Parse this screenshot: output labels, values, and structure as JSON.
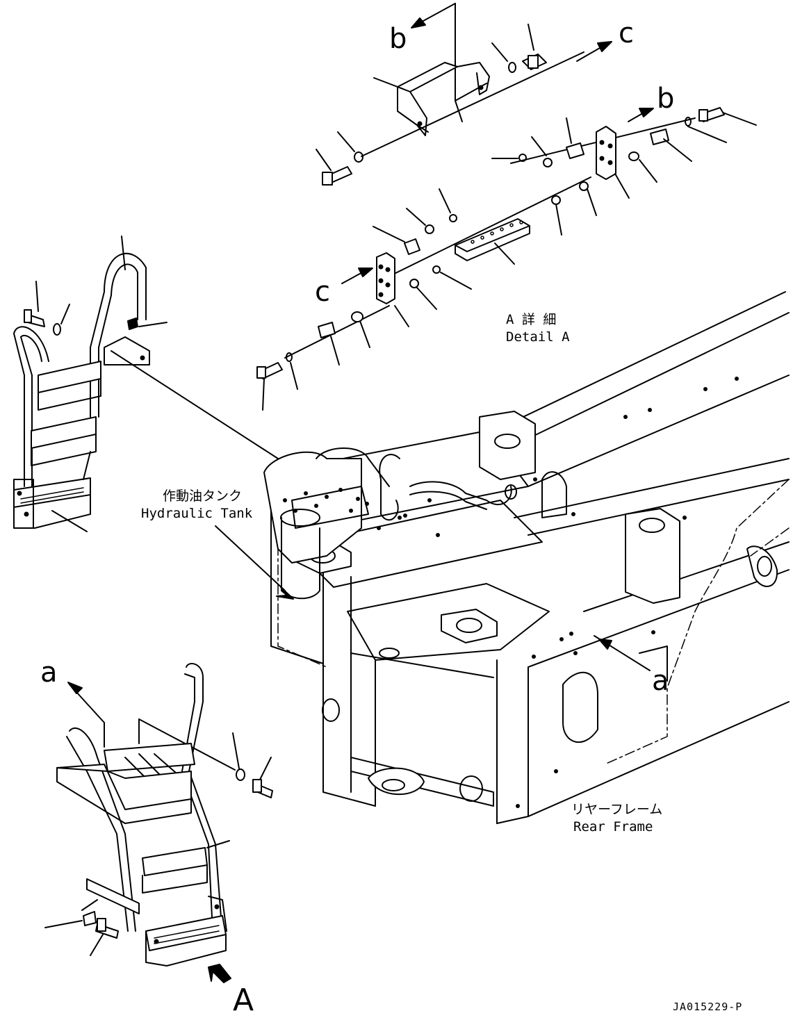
{
  "labels": {
    "ref_b_top": "b",
    "ref_c_top": "c",
    "ref_b_right": "b",
    "ref_c_mid": "c",
    "ref_a_left": "a",
    "ref_a_right": "a",
    "view_A": "A"
  },
  "detail": {
    "jp": "A 詳 細",
    "en": "Detail A"
  },
  "hydraulic_tank": {
    "jp": "作動油タンク",
    "en": "Hydraulic Tank"
  },
  "rear_frame": {
    "jp": "リヤーフレーム",
    "en": "Rear Frame"
  },
  "drawing_code": "JA015229-P"
}
